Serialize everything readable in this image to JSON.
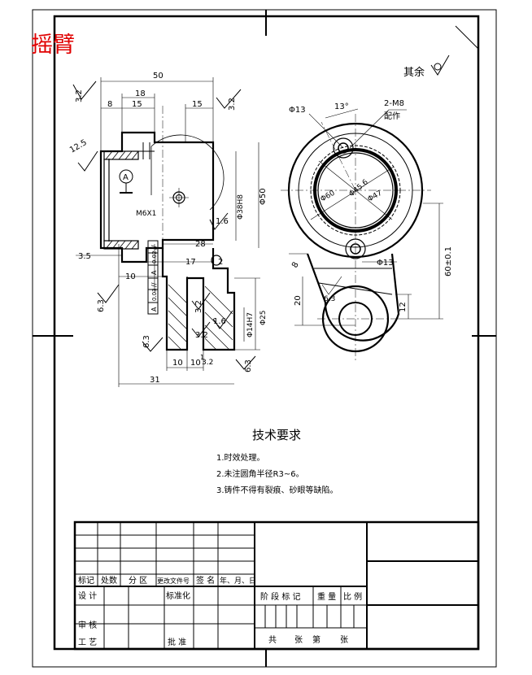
{
  "title": "摇臂",
  "roughness_other": "其余",
  "tech_req": {
    "heading": "技术要求",
    "items": [
      "1.时效处理。",
      "2.未注圆角半径R3~6。",
      "3.铸件不得有裂痕、砂眼等缺陷。"
    ]
  },
  "front_view_dims": {
    "d50": "50",
    "d18": "18",
    "d15a": "15",
    "d15b": "15",
    "d8": "8",
    "d28": "28",
    "d17": "17",
    "d2": "2",
    "d10a": "10",
    "d35": "3.5",
    "d10b": "10",
    "d10c": "10",
    "d1": "1",
    "d31": "31",
    "dphi50": "Φ50",
    "dphi58": "Φ38H8",
    "dphi14": "Φ14H7",
    "dphi25": "Φ25",
    "thread": "M6X1",
    "datum": "A"
  },
  "front_view_rough": {
    "r32a": "3.2",
    "r32b": "3.2",
    "r125": "12.5",
    "r16a": "1.6",
    "r16b": "1.6",
    "r63a": "6.3",
    "r63b": "6.3",
    "r63c": "6.3",
    "r32c": "3.2",
    "r32d": "3.2",
    "r32e": "3.2"
  },
  "tolerance_frames": {
    "f1_sym": "//",
    "f1_val": "0.02",
    "f1_ref": "A",
    "f2_sym": "//",
    "f2_val": "0.03",
    "f2_ref": "A"
  },
  "side_view_dims": {
    "dphi13a": "Φ13",
    "ang13": "13°",
    "hole": "2-M8",
    "hole_note": "配作",
    "dphi60": "Φ60",
    "dphi45": "Φ45.6",
    "dphi47": "Φ47",
    "dphi13b": "Φ13",
    "d8": "8",
    "d20": "20",
    "d12": "12",
    "d60tol": "60±0.1",
    "r63": "6.3"
  },
  "title_block": {
    "row_labels": [
      "标记",
      "处数",
      "分 区",
      "更改文件号",
      "签 名",
      "年、月、日"
    ],
    "design": "设 计",
    "standard": "标准化",
    "review": "审 核",
    "process": "工 艺",
    "approve": "批 准",
    "stage": "阶 段 标 记",
    "weight": "重 量",
    "scale": "比 例",
    "sheet_total": "共",
    "sheet_count": "张",
    "sheet_no": "第",
    "sheet_no2": "张"
  }
}
